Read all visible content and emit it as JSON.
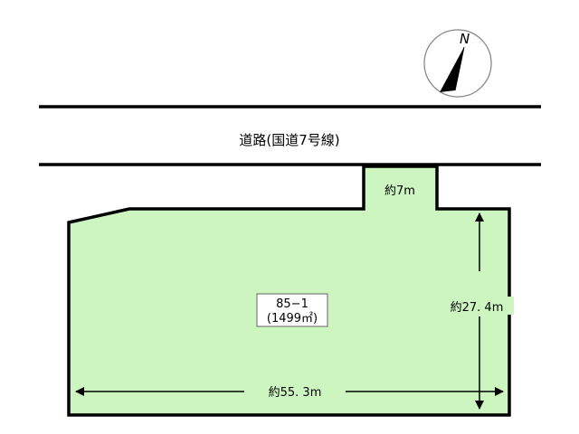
{
  "compass": {
    "north_label": "N",
    "icon": "north-arrow-icon"
  },
  "road": {
    "label": "道路(国道7号線)"
  },
  "access": {
    "width_label": "約7m"
  },
  "lot": {
    "number": "85−1",
    "area": "(1499㎡)",
    "depth_label": "約27. 4m",
    "frontage_label": "約55. 3m"
  },
  "colors": {
    "lot_fill": "#ccf5c0",
    "line": "#000000"
  }
}
